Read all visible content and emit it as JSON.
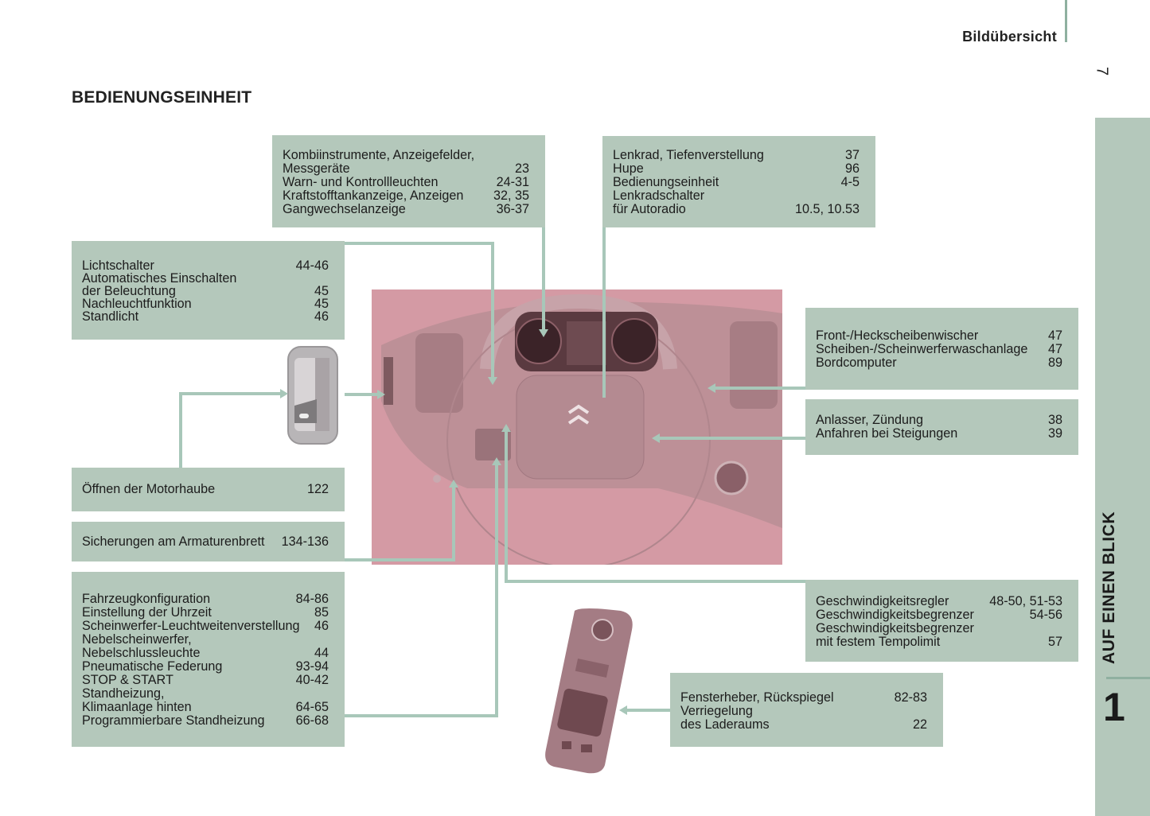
{
  "header": {
    "title": "Bildübersicht",
    "page_number": "7"
  },
  "side_tab": {
    "label": "AUF EINEN BLICK",
    "chapter": "1"
  },
  "section_title": "BEDIENUNGSEINHEIT",
  "colors": {
    "box_background": "#b4c8bb",
    "connector": "#a8c7b9",
    "photo_tint": "#d49aa4"
  },
  "boxes": {
    "instruments": {
      "rows": [
        {
          "label": "Kombiinstrumente, Anzeigefelder,",
          "page": ""
        },
        {
          "label": "Messgeräte",
          "page": "23"
        },
        {
          "label": "Warn- und Kontrollleuchten",
          "page": "24-31"
        },
        {
          "label": "Kraftstofftankanzeige, Anzeigen",
          "page": "32, 35"
        },
        {
          "label": "Gangwechselanzeige",
          "page": "36-37"
        }
      ]
    },
    "steering": {
      "rows": [
        {
          "label": "Lenkrad, Tiefenverstellung",
          "page": "37"
        },
        {
          "label": "Hupe",
          "page": "96"
        },
        {
          "label": "Bedienungseinheit",
          "page": "4-5"
        },
        {
          "label": "Lenkradschalter",
          "page": ""
        },
        {
          "label": "für Autoradio",
          "page": "10.5, 10.53"
        }
      ]
    },
    "lights": {
      "rows": [
        {
          "label": "Lichtschalter",
          "page": "44-46"
        },
        {
          "label": "Automatisches Einschalten",
          "page": ""
        },
        {
          "label": "der Beleuchtung",
          "page": "45"
        },
        {
          "label": "Nachleuchtfunktion",
          "page": "45"
        },
        {
          "label": "Standlicht",
          "page": "46"
        }
      ]
    },
    "wipers": {
      "rows": [
        {
          "label": "Front-/Heckscheibenwischer",
          "page": "47"
        },
        {
          "label": "Scheiben-/Scheinwerferwaschanlage",
          "page": "47"
        },
        {
          "label": "Bordcomputer",
          "page": "89"
        }
      ]
    },
    "ignition": {
      "rows": [
        {
          "label": "Anlasser, Zündung",
          "page": "38"
        },
        {
          "label": "Anfahren bei Steigungen",
          "page": "39"
        }
      ]
    },
    "bonnet": {
      "rows": [
        {
          "label": "Öffnen der Motorhaube",
          "page": "122"
        }
      ]
    },
    "fuses": {
      "rows": [
        {
          "label": "Sicherungen am Armaturenbrett",
          "page": "134-136"
        }
      ]
    },
    "config": {
      "rows": [
        {
          "label": "Fahrzeugkonfiguration",
          "page": "84-86"
        },
        {
          "label": "Einstellung der Uhrzeit",
          "page": "85"
        },
        {
          "label": "Scheinwerfer-Leuchtweitenverstellung",
          "page": "46"
        },
        {
          "label": "Nebelscheinwerfer,",
          "page": ""
        },
        {
          "label": "Nebelschlussleuchte",
          "page": "44"
        },
        {
          "label": "Pneumatische Federung",
          "page": "93-94"
        },
        {
          "label": "STOP & START",
          "page": "40-42"
        },
        {
          "label": "Standheizung,",
          "page": ""
        },
        {
          "label": "Klimaanlage hinten",
          "page": "64-65"
        },
        {
          "label": "Programmierbare Standheizung",
          "page": "66-68"
        }
      ]
    },
    "cruise": {
      "rows": [
        {
          "label": "Geschwindigkeitsregler",
          "page": "48-50, 51-53"
        },
        {
          "label": "Geschwindigkeitsbegrenzer",
          "page": "54-56"
        },
        {
          "label": "Geschwindigkeitsbegrenzer",
          "page": ""
        },
        {
          "label": "mit festem Tempolimit",
          "page": "57"
        }
      ]
    },
    "windows": {
      "rows": [
        {
          "label": "Fensterheber, Rückspiegel",
          "page": "82-83"
        },
        {
          "label": "Verriegelung",
          "page": ""
        },
        {
          "label": "des Laderaums",
          "page": "22"
        }
      ]
    }
  }
}
